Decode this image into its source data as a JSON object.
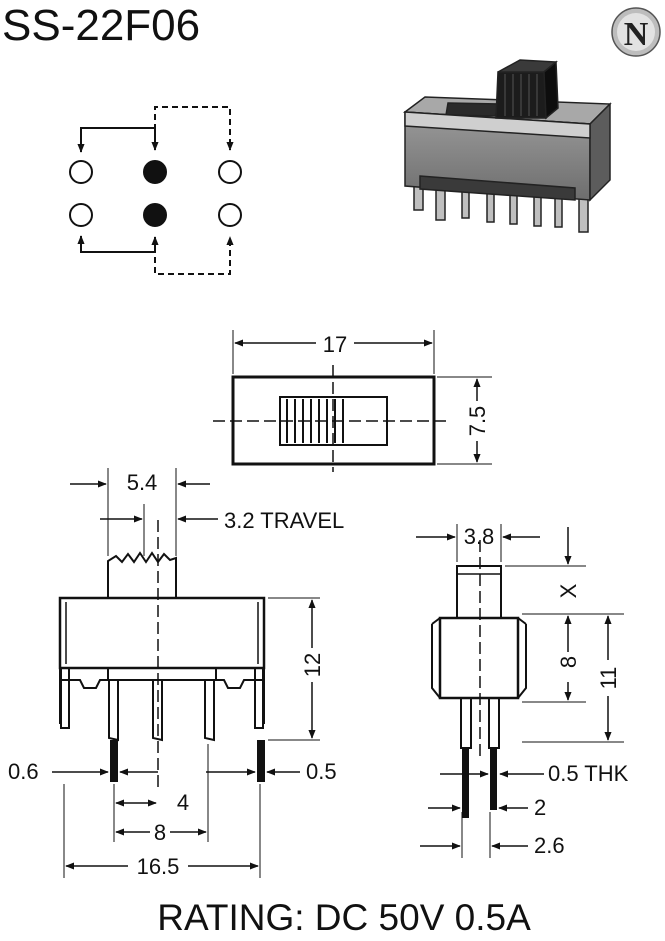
{
  "title": "SS-22F06",
  "logo_letter": "N",
  "rating": "RATING: DC 50V 0.5A",
  "top_view": {
    "length": "17",
    "width": "7.5"
  },
  "front_view": {
    "actuator_width": "5.4",
    "travel": "3.2 TRAVEL",
    "height": "12",
    "pin_width_left": "0.6",
    "pin_width_right": "0.5",
    "pitch": "4",
    "outer_pin_spacing": "8",
    "overall_width": "16.5"
  },
  "side_view": {
    "actuator_thickness": "3.8",
    "actuator_height": "X",
    "body_height": "8",
    "total_height": "11",
    "pin_thickness": "0.5 THK",
    "pin_spacing": "2",
    "leg_spacing": "2.6"
  },
  "colors": {
    "ink": "#111111",
    "body_gray": "#8a8a8a",
    "paper": "#ffffff"
  }
}
